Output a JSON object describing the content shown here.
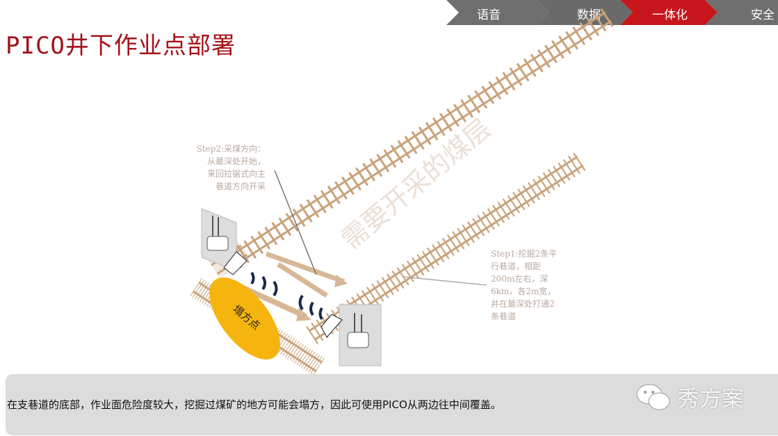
{
  "nav": {
    "tabs": [
      {
        "label": "语音"
      },
      {
        "label": "数据"
      },
      {
        "label": "一体化",
        "active": true
      },
      {
        "label": "安全"
      }
    ],
    "active_color": "#c8161d",
    "inactive_color": "#6e6e6e"
  },
  "page_title": "PICO井下作业点部署",
  "diagram": {
    "seam_label": "需要开采的煤层",
    "collapse_label": "塌方点",
    "step2": [
      "Step2:采煤方向：",
      "从最深处开始，",
      "来回拉锯式向主",
      "巷道方向开采"
    ],
    "step1": [
      "Step1:挖掘2条平",
      "行巷道，相距",
      "200m左右，深",
      "6km，各2m宽，",
      "并在最深处打通2",
      "条巷道"
    ]
  },
  "caption": "在支巷道的底部，作业面危险度较大，挖掘过煤矿的地方可能会塌方，因此可使用PICO从两边往中间覆盖。",
  "watermark": "秀方案"
}
